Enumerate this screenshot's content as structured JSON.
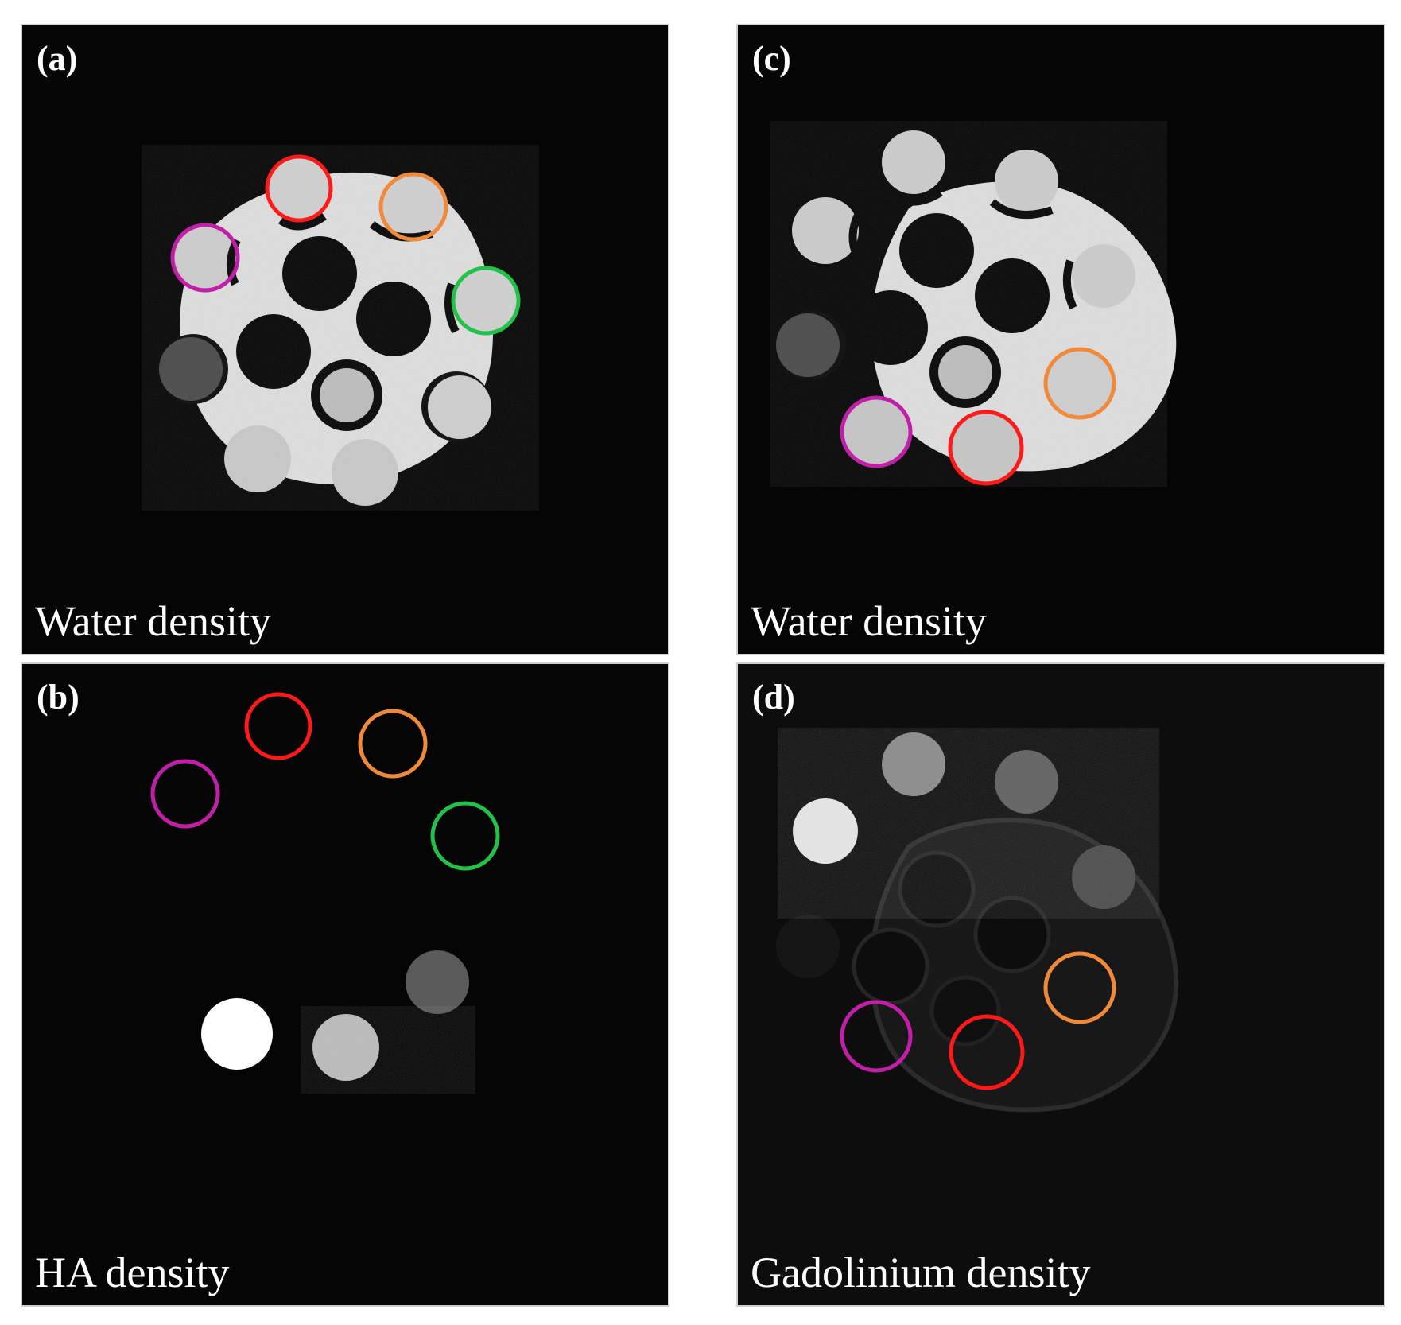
{
  "panels": {
    "a": {
      "letter": "(a)",
      "caption": "Water density"
    },
    "b": {
      "letter": "(b)",
      "caption": "HA density"
    },
    "c": {
      "letter": "(c)",
      "caption": "Water density"
    },
    "d": {
      "letter": "(d)",
      "caption": "Gadolinium density"
    }
  },
  "colors": {
    "red": "#ff1a1a",
    "orange": "#f08a3a",
    "magenta": "#c21fa8",
    "green": "#22c24a"
  }
}
